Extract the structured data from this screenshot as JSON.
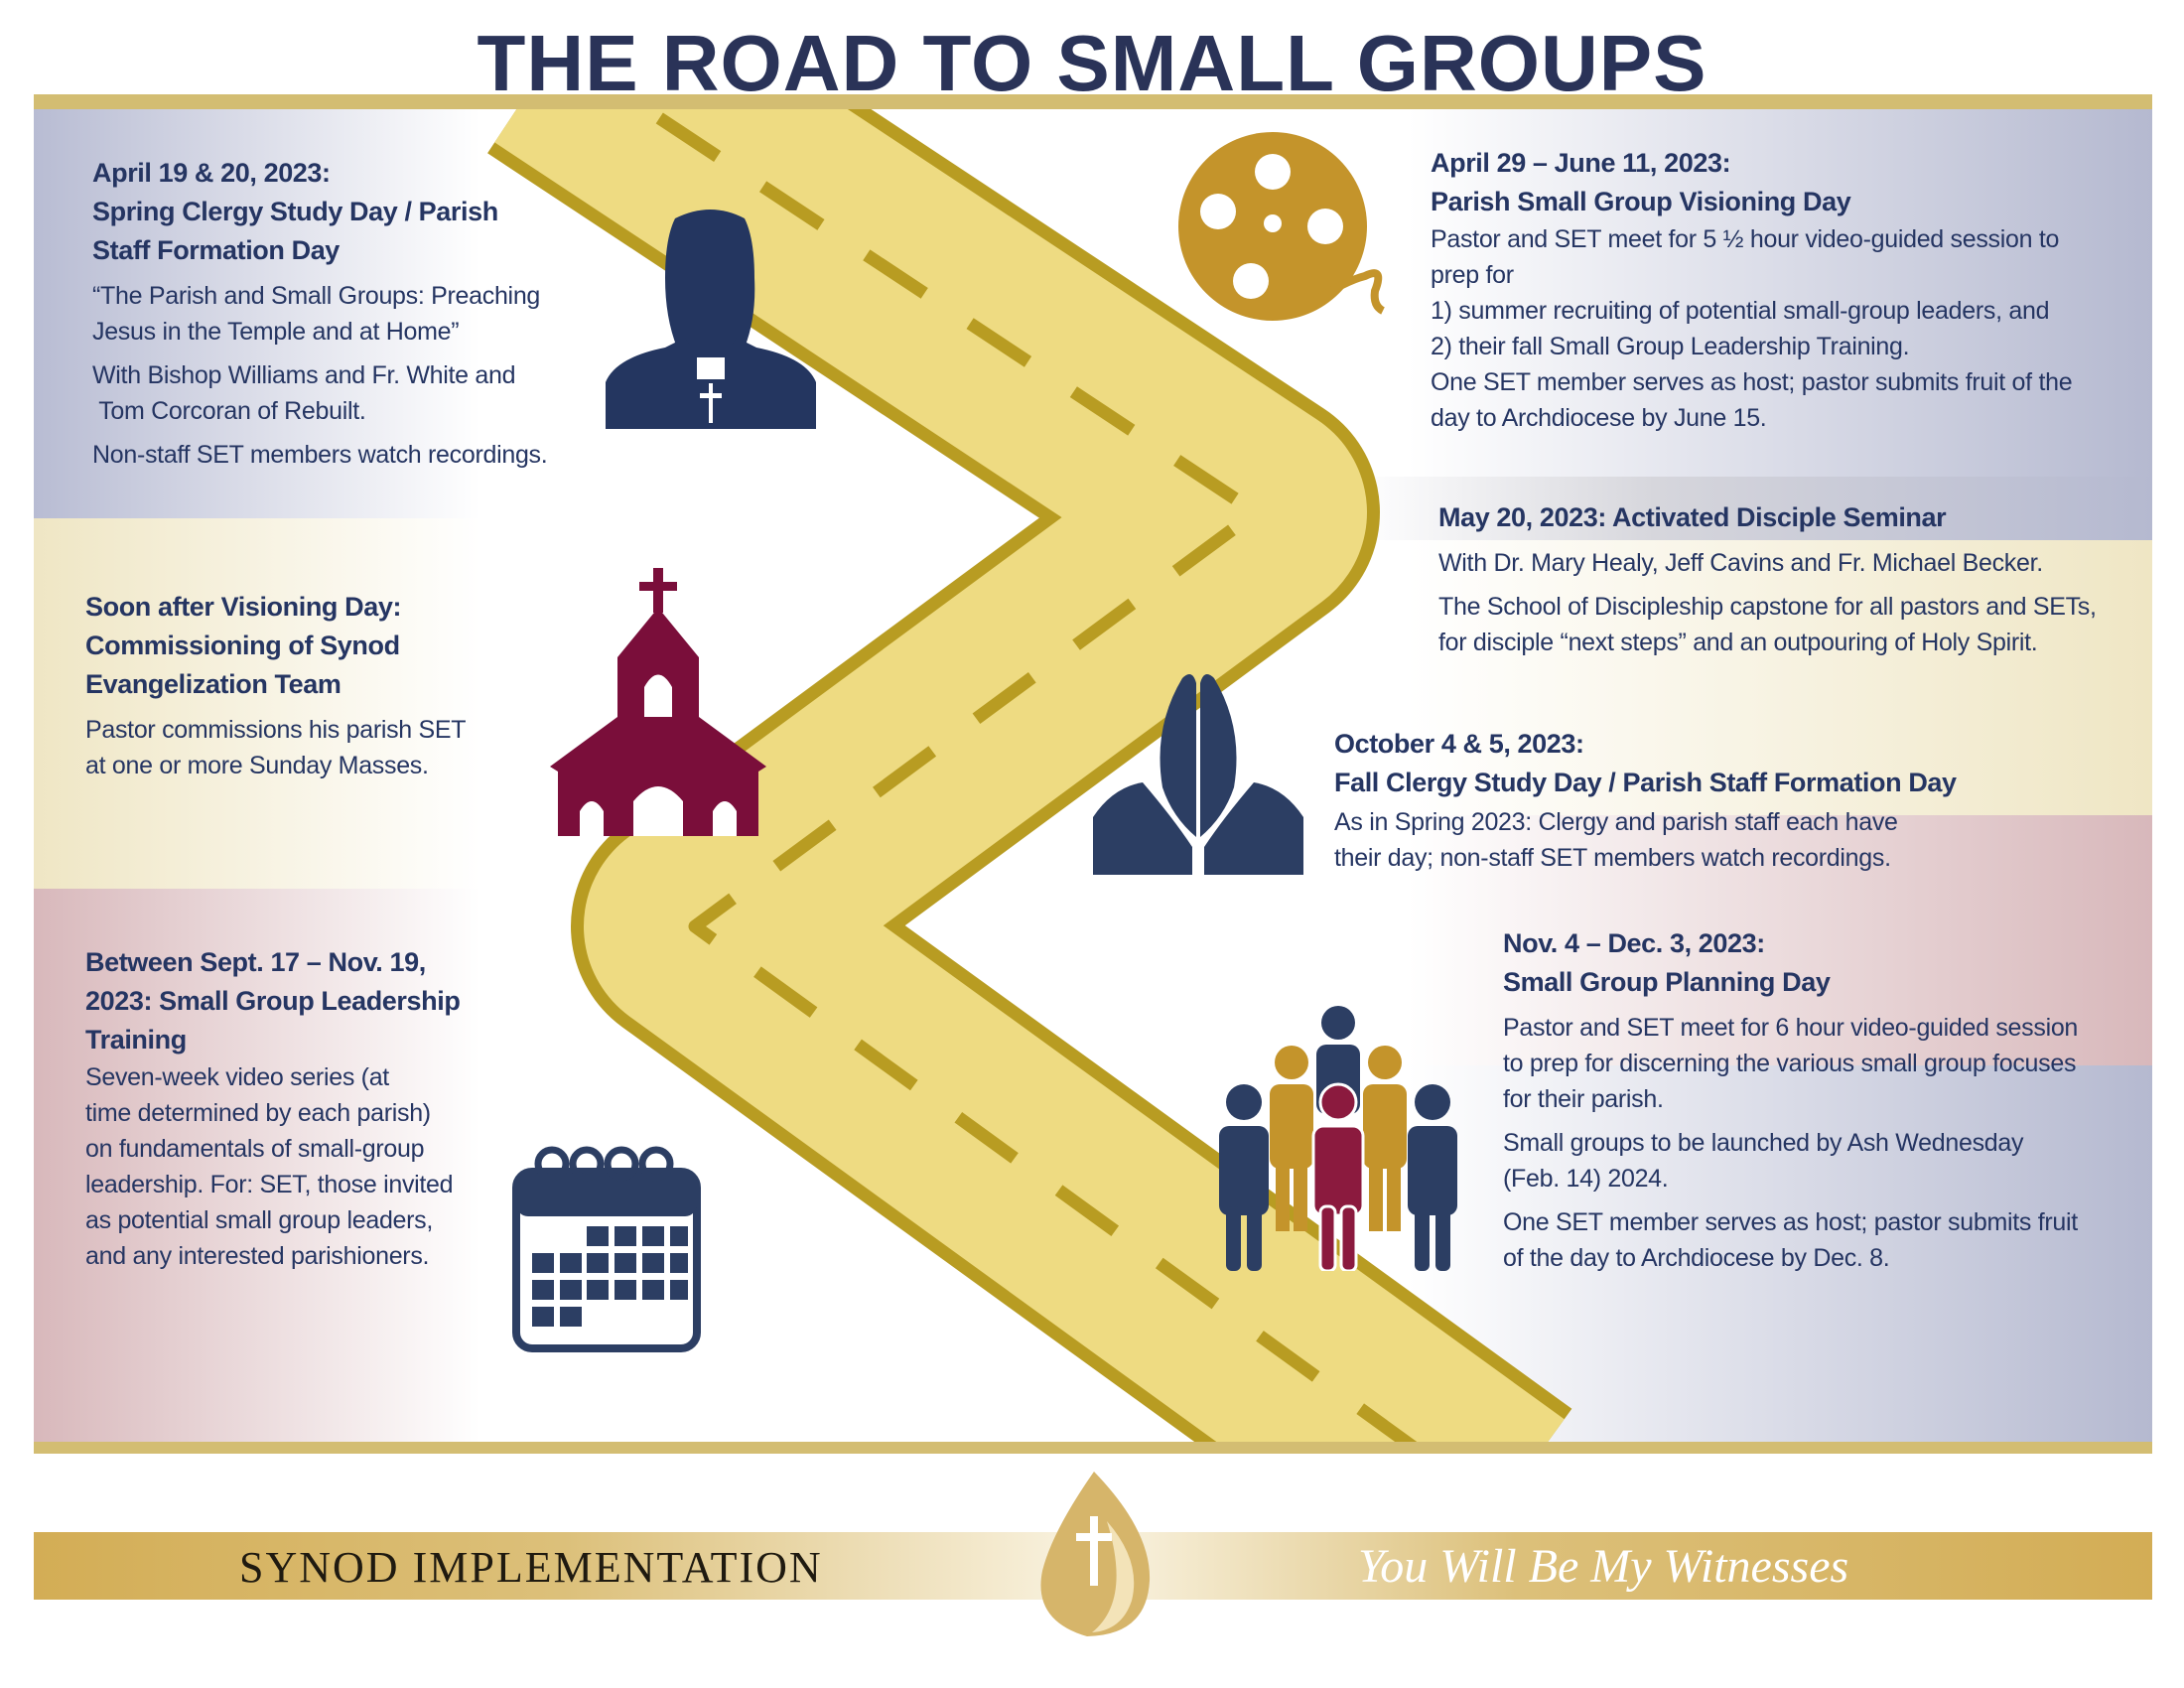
{
  "title": "THE ROAD TO SMALL GROUPS",
  "colors": {
    "navy": "#253562",
    "gold": "#b89c22",
    "road": "#eedb82",
    "maroon": "#7a0e3a",
    "reel": "#c4942b"
  },
  "events": [
    {
      "id": "spring-clergy",
      "heading": [
        "April 19 & 20, 2023:",
        "Spring Clergy Study Day / Parish",
        "Staff Formation Day"
      ],
      "body": [
        [
          "“The Parish and Small Groups:  Preaching",
          "Jesus in the Temple and at Home”"
        ],
        [
          "With Bishop Williams and Fr. White and",
          " Tom Corcoran of Rebuilt."
        ],
        [
          "Non-staff SET members watch recordings."
        ]
      ],
      "icon": "priest-icon"
    },
    {
      "id": "visioning",
      "heading": [
        "April 29 – June 11, 2023:",
        "Parish Small Group Visioning Day"
      ],
      "body": [
        [
          "Pastor and SET meet for 5 ½ hour video-guided session to",
          "prep for",
          "1) summer recruiting of potential small-group leaders, and",
          "2) their fall Small Group Leadership Training.",
          "One SET member serves as host; pastor submits fruit of the",
          "day to Archdiocese by June 15."
        ]
      ],
      "icon": "film-reel-icon"
    },
    {
      "id": "commissioning",
      "heading": [
        "Soon after Visioning Day:",
        "Commissioning of Synod",
        "Evangelization Team"
      ],
      "body": [
        [
          "Pastor commissions his parish SET",
          "at one or more Sunday Masses."
        ]
      ],
      "icon": "church-icon"
    },
    {
      "id": "activated-disciple",
      "heading": [
        "May 20, 2023: Activated Disciple Seminar"
      ],
      "body": [
        [
          "With Dr. Mary Healy, Jeff Cavins and Fr. Michael Becker."
        ],
        [
          "The School of Discipleship capstone for all pastors and SETs,",
          "for disciple “next steps” and an outpouring of Holy Spirit."
        ]
      ]
    },
    {
      "id": "fall-clergy",
      "heading": [
        "October 4 & 5, 2023:",
        "Fall Clergy Study Day / Parish Staff Formation Day"
      ],
      "body": [
        [
          "As in Spring 2023:  Clergy and parish staff each have",
          "their day; non-staff SET members watch recordings."
        ]
      ],
      "icon": "praying-hands-icon"
    },
    {
      "id": "leadership-training",
      "heading": [
        "Between Sept. 17 – Nov. 19,",
        "2023: Small Group Leadership",
        "Training"
      ],
      "body": [
        [
          "Seven-week video series (at",
          "time determined by each parish)",
          "on fundamentals of small-group",
          "leadership.  For:  SET, those invited",
          "as potential small group leaders,",
          "and any interested parishioners."
        ]
      ],
      "icon": "calendar-icon"
    },
    {
      "id": "planning-day",
      "heading": [
        "Nov. 4 – Dec. 3, 2023:",
        "Small Group Planning Day"
      ],
      "body": [
        [
          "Pastor and SET meet for 6 hour video-guided session",
          "to prep for discerning the various small group focuses",
          "for their parish."
        ],
        [
          "Small groups to be launched by Ash Wednesday",
          "(Feb. 14) 2024."
        ],
        [
          "One SET member serves as host; pastor submits fruit",
          "of the day to Archdiocese by Dec. 8."
        ]
      ],
      "icon": "people-group-icon"
    }
  ],
  "footer": {
    "left": "SYNOD IMPLEMENTATION",
    "right": "You Will Be My Witnesses",
    "logo": "flame-cross-logo"
  }
}
